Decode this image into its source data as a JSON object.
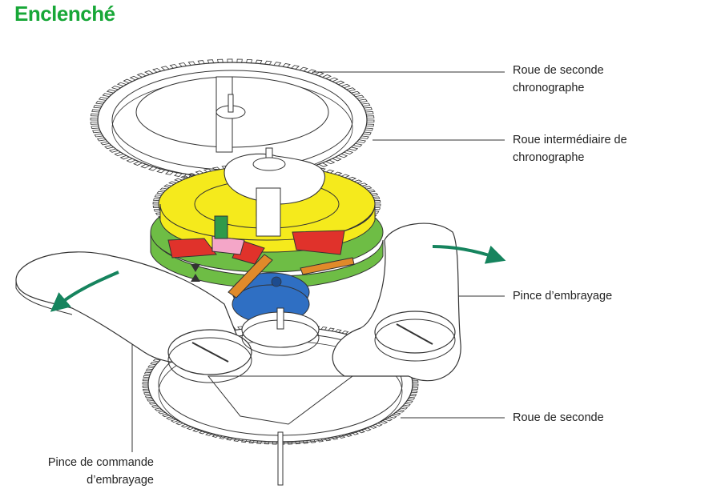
{
  "title": "Enclenché",
  "labels": {
    "roue_seconde_chrono": [
      "Roue de seconde",
      "chronographe"
    ],
    "roue_intermediaire": [
      "Roue intermédiaire de",
      "chronographe"
    ],
    "pince_embrayage": [
      "Pince d’embrayage"
    ],
    "roue_seconde": [
      "Roue de seconde"
    ],
    "pince_commande": [
      "Pince de commande",
      "d’embrayage"
    ]
  },
  "colors": {
    "title": "#17a737",
    "arrow": "#16845e",
    "yellow_part": "#f5ea1c",
    "green_part": "#6ebd45",
    "blue_part": "#2f6fc3",
    "red_part": "#e0322b",
    "pink_part": "#f4a6c8",
    "orange_part": "#e08a2a",
    "outline": "#333333"
  }
}
